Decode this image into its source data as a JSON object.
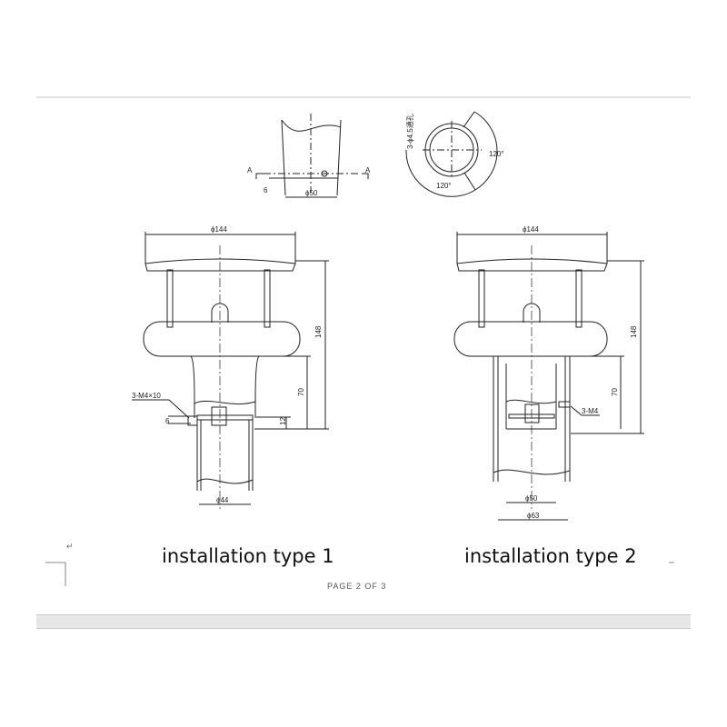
{
  "detail_view": {
    "section_marks": [
      "A",
      "A"
    ],
    "pipe_diameter": "ϕ50",
    "offset": "6",
    "holes": "3-ϕ4.5通孔",
    "angle_1": "120°",
    "angle_2": "120°"
  },
  "type1": {
    "caption": "installation  type 1",
    "cap_diameter": "ϕ144",
    "height": "148",
    "neck_height": "70",
    "screw": "3-M4×10",
    "offset": "6",
    "insert": "12",
    "pipe_diameter": "ϕ44"
  },
  "type2": {
    "caption": "installation  type 2",
    "cap_diameter": "ϕ144",
    "height": "148",
    "neck_height": "70",
    "screw": "3-M4",
    "inner_diameter": "ϕ50",
    "outer_diameter": "ϕ63"
  },
  "footer": {
    "page": "PAGE  2  OF  3"
  },
  "marks": {
    "paragraph": "↵"
  }
}
